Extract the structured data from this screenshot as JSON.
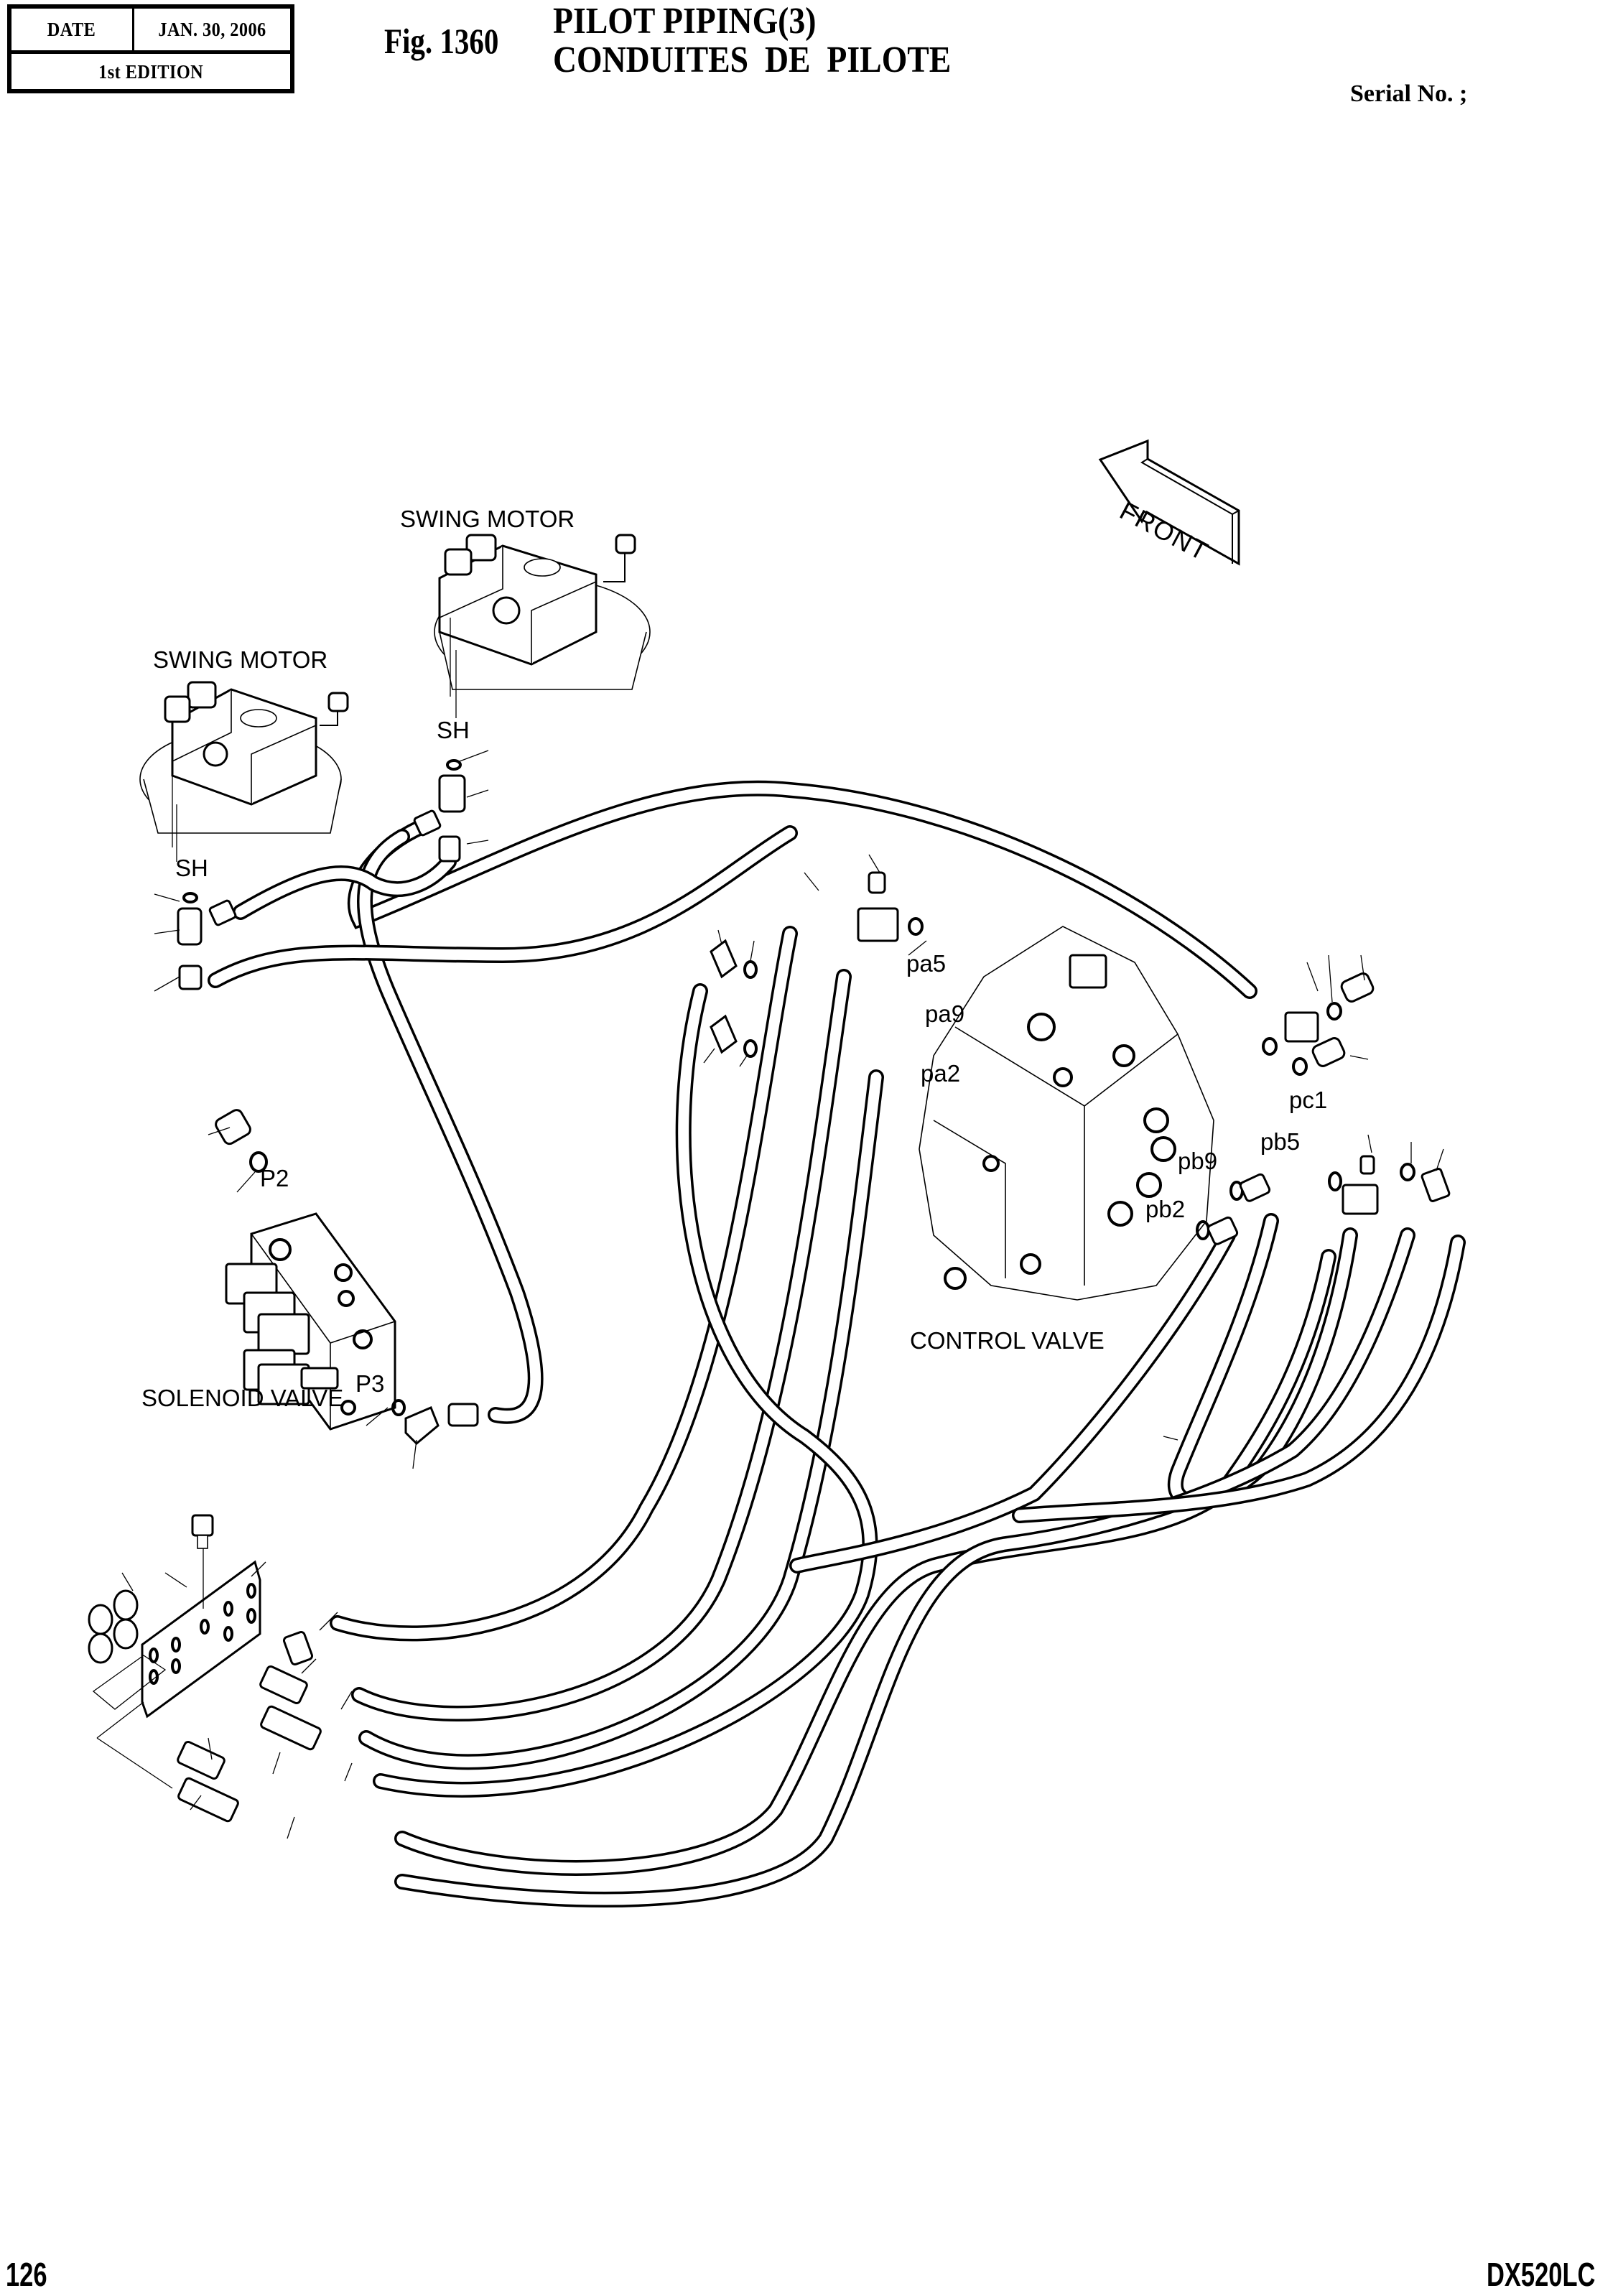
{
  "header": {
    "date_label": "DATE",
    "date_value": "JAN. 30, 2006",
    "edition": "1st EDITION",
    "figure_number": "Fig. 1360",
    "title_en": "PILOT PIPING(3)",
    "title_fr": "CONDUITES  DE  PILOTE",
    "serial_label": "Serial No. ;"
  },
  "footer": {
    "page_number": "126",
    "model": "DX520LC"
  },
  "diagram": {
    "direction_arrow": "FRONT",
    "components": {
      "swing_motor_upper": "SWING MOTOR",
      "swing_motor_lower": "SWING MOTOR",
      "solenoid_valve": "SOLENOID VALVE",
      "control_valve": "CONTROL VALVE"
    },
    "ports": {
      "sh_upper": "SH",
      "sh_lower": "SH",
      "p2": "P2",
      "p3": "P3",
      "pa5": "pa5",
      "pa9": "pa9",
      "pa2": "pa2",
      "pc1": "pc1",
      "pb5": "pb5",
      "pb9": "pb9",
      "pb2": "pb2"
    }
  }
}
